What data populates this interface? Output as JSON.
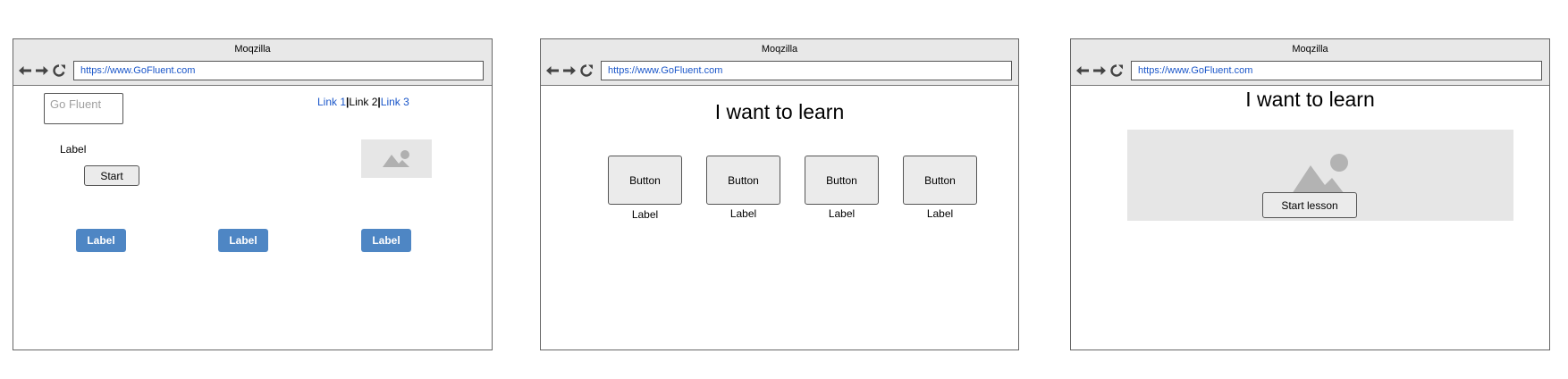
{
  "browser": {
    "title": "Moqzilla",
    "url": "https://www.GoFluent.com"
  },
  "screen1": {
    "search_placeholder": "Go Fluent",
    "links": [
      "Link 1",
      "Link 2",
      "Link 3"
    ],
    "label": "Label",
    "start_button": "Start",
    "blue_buttons": [
      "Label",
      "Label",
      "Label"
    ]
  },
  "screen2": {
    "heading": "I want to learn",
    "buttons": [
      {
        "label": "Button",
        "caption": "Label"
      },
      {
        "label": "Button",
        "caption": "Label"
      },
      {
        "label": "Button",
        "caption": "Label"
      },
      {
        "label": "Button",
        "caption": "Label"
      }
    ]
  },
  "screen3": {
    "heading": "I want to learn",
    "start_lesson_button": "Start lesson"
  },
  "icons": {
    "back": "arrow-left-icon",
    "forward": "arrow-right-icon",
    "reload": "reload-icon",
    "image": "image-placeholder-icon"
  },
  "colors": {
    "link": "#1a56c9",
    "blue_button": "#4e86c4",
    "placeholder_bg": "#e6e6e6"
  }
}
